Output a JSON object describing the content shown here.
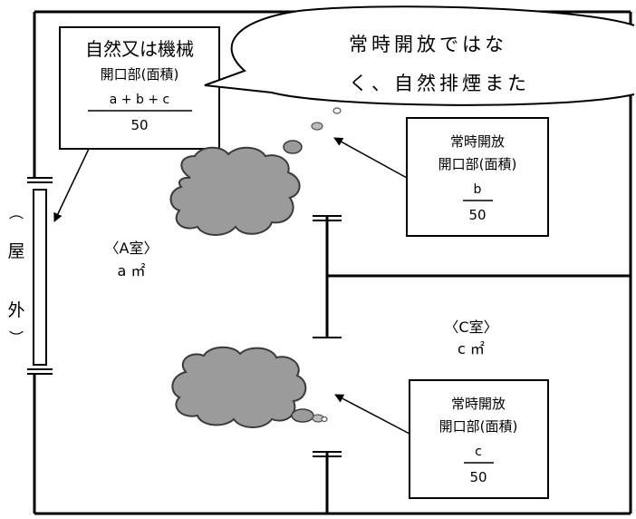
{
  "outdoor": {
    "paren_top": "︵",
    "char1": "屋",
    "char2": "外",
    "paren_bottom": "︶"
  },
  "box_main": {
    "title": "自然又は機械",
    "subtitle": "開口部(面積)",
    "numerator": "a + b + c",
    "denominator": "50"
  },
  "callout": {
    "line1": "常時開放ではな",
    "line2": "く、自然排煙また"
  },
  "box_b": {
    "line1": "常時開放",
    "line2": "開口部(面積)",
    "numerator": "b",
    "denominator": "50"
  },
  "box_c": {
    "line1": "常時開放",
    "line2": "開口部(面積)",
    "numerator": "c",
    "denominator": "50"
  },
  "room_a": {
    "name": "〈A室〉",
    "area": "a ㎡"
  },
  "room_c": {
    "name": "〈C室〉",
    "area": "c ㎡"
  },
  "colors": {
    "smoke_fill": "#9b9b9b",
    "smoke_stroke": "#3a3a3a",
    "line": "#000000",
    "background": "#ffffff"
  }
}
